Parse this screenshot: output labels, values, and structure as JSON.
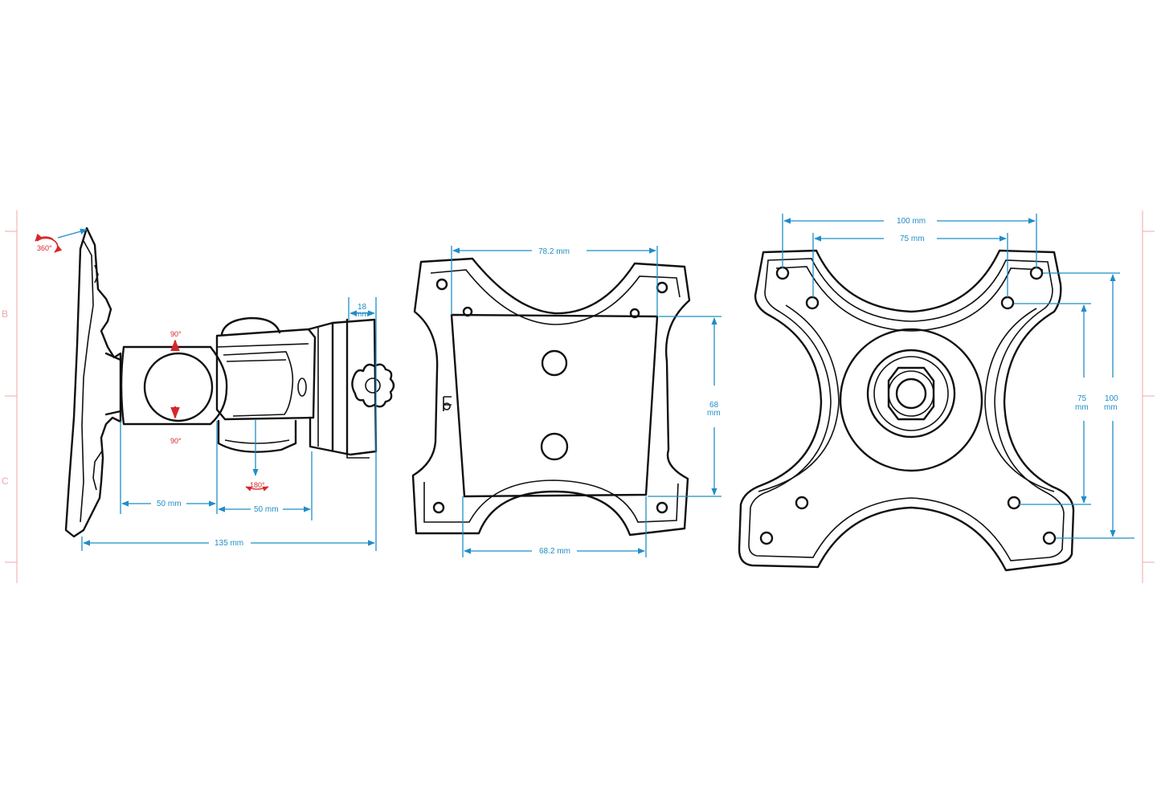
{
  "side_view": {
    "rotation_label": "360°",
    "tilt_up_label": "90°",
    "tilt_down_label": "90°",
    "swivel_label": "180°",
    "dim_arm_1": "50 mm",
    "dim_arm_2": "50 mm",
    "dim_total": "135 mm",
    "dim_clamp_value": "18",
    "dim_clamp_unit": "mm"
  },
  "back_plate_view": {
    "dim_top_width": "78.2 mm",
    "dim_bottom_width": "68.2 mm",
    "dim_height_value": "68",
    "dim_height_unit": "mm"
  },
  "vesa_plate_view": {
    "dim_outer_width": "100 mm",
    "dim_inner_width": "75 mm",
    "dim_inner_height_value": "75",
    "dim_inner_height_unit": "mm",
    "dim_outer_height_value": "100",
    "dim_outer_height_unit": "mm"
  },
  "margin_marks": {
    "left_b": "B",
    "left_c": "C"
  },
  "colors": {
    "dimension": "#1f8dc8",
    "rotation": "#d6262a",
    "outline": "#111111"
  }
}
